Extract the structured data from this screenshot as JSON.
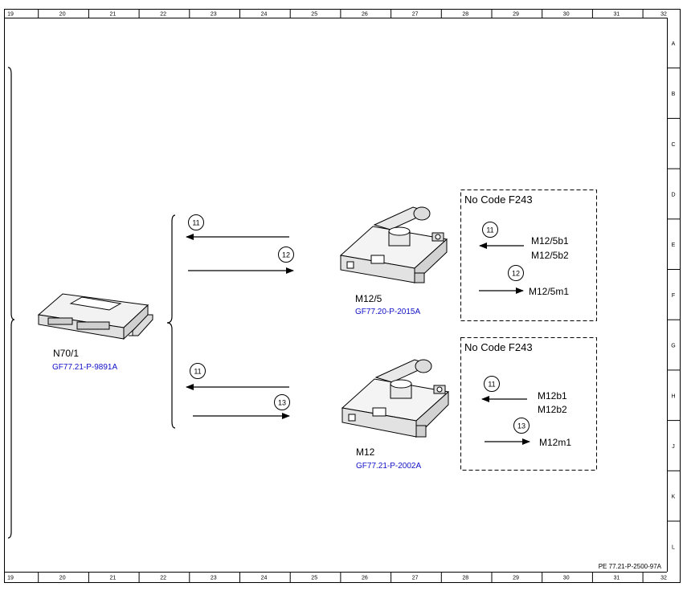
{
  "ruler": {
    "columns": [
      "19",
      "20",
      "21",
      "22",
      "23",
      "24",
      "25",
      "26",
      "27",
      "28",
      "29",
      "30",
      "31",
      "32"
    ],
    "rows": [
      "A",
      "B",
      "C",
      "D",
      "E",
      "F",
      "G",
      "H",
      "J",
      "K",
      "L"
    ]
  },
  "drawing_code": "PE 77.21-P-2500-97A",
  "control_unit": {
    "label": "N70/1",
    "ref": "GF77.21-P-9891A"
  },
  "upper": {
    "signal_in_num": "11",
    "signal_out_num": "12",
    "component_label": "M12/5",
    "component_ref": "GF77.20-P-2015A",
    "box": {
      "title": "No Code F243",
      "in_num": "11",
      "in_labels": [
        "M12/5b1",
        "M12/5b2"
      ],
      "out_num": "12",
      "out_label": "M12/5m1"
    }
  },
  "lower": {
    "signal_in_num": "11",
    "signal_out_num": "13",
    "component_label": "M12",
    "component_ref": "GF77.21-P-2002A",
    "box": {
      "title": "No Code F243",
      "in_num": "11",
      "in_labels": [
        "M12b1",
        "M12b2"
      ],
      "out_num": "13",
      "out_label": "M12m1"
    }
  }
}
